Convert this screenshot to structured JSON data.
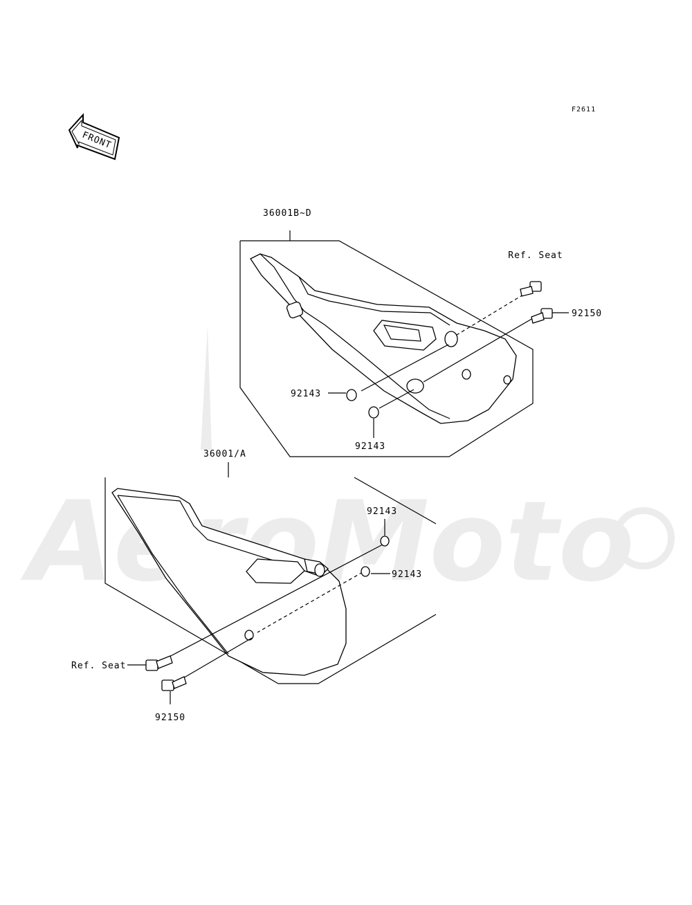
{
  "figure_code": "F2611",
  "front_label": "FRONT",
  "upper": {
    "assembly_part": "36001B~D",
    "ref_label": "Ref. Seat",
    "bolt_part": "92150",
    "washer_part_a": "92143",
    "washer_part_b": "92143"
  },
  "lower": {
    "assembly_part": "36001/A",
    "ref_label": "Ref. Seat",
    "bolt_part": "92150",
    "washer_part_a": "92143",
    "washer_part_b": "92143"
  },
  "watermark": "AeroMoto"
}
